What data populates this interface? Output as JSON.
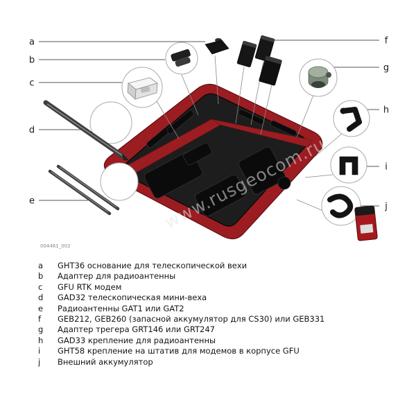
{
  "figure": {
    "figure_number": "004461_002",
    "watermark": "www.rusgeocom.ru",
    "letters": [
      "a",
      "b",
      "c",
      "d",
      "e",
      "f",
      "g",
      "h",
      "i",
      "j"
    ]
  },
  "colors": {
    "case_red": "#9b1d22",
    "foam_dark": "#1d1d1d",
    "battery_red": "#a8191e",
    "cutout_black": "#0b0b0b"
  },
  "legend": {
    "items": [
      {
        "letter": "a",
        "text": "GHT36 основание для телескопической вехи"
      },
      {
        "letter": "b",
        "text": "Адаптер для радиоантенны"
      },
      {
        "letter": "c",
        "text": "GFU RTK модем"
      },
      {
        "letter": "d",
        "text": "GAD32 телескопическая мини-веха"
      },
      {
        "letter": "e",
        "text": "Радиоантенны GAT1 или GAT2"
      },
      {
        "letter": "f",
        "text": "GEB212, GEB260 (запасной аккумулятор для CS30) или GEB331"
      },
      {
        "letter": "g",
        "text": "Адаптер трегера GRT146 или GRT247"
      },
      {
        "letter": "h",
        "text": "GAD33 крепление для радиоантенны"
      },
      {
        "letter": "i",
        "text": "GHT58 крепление на штатив для модемов в корпусе GFU"
      },
      {
        "letter": "j",
        "text": "Внешний аккумулятор"
      }
    ]
  }
}
